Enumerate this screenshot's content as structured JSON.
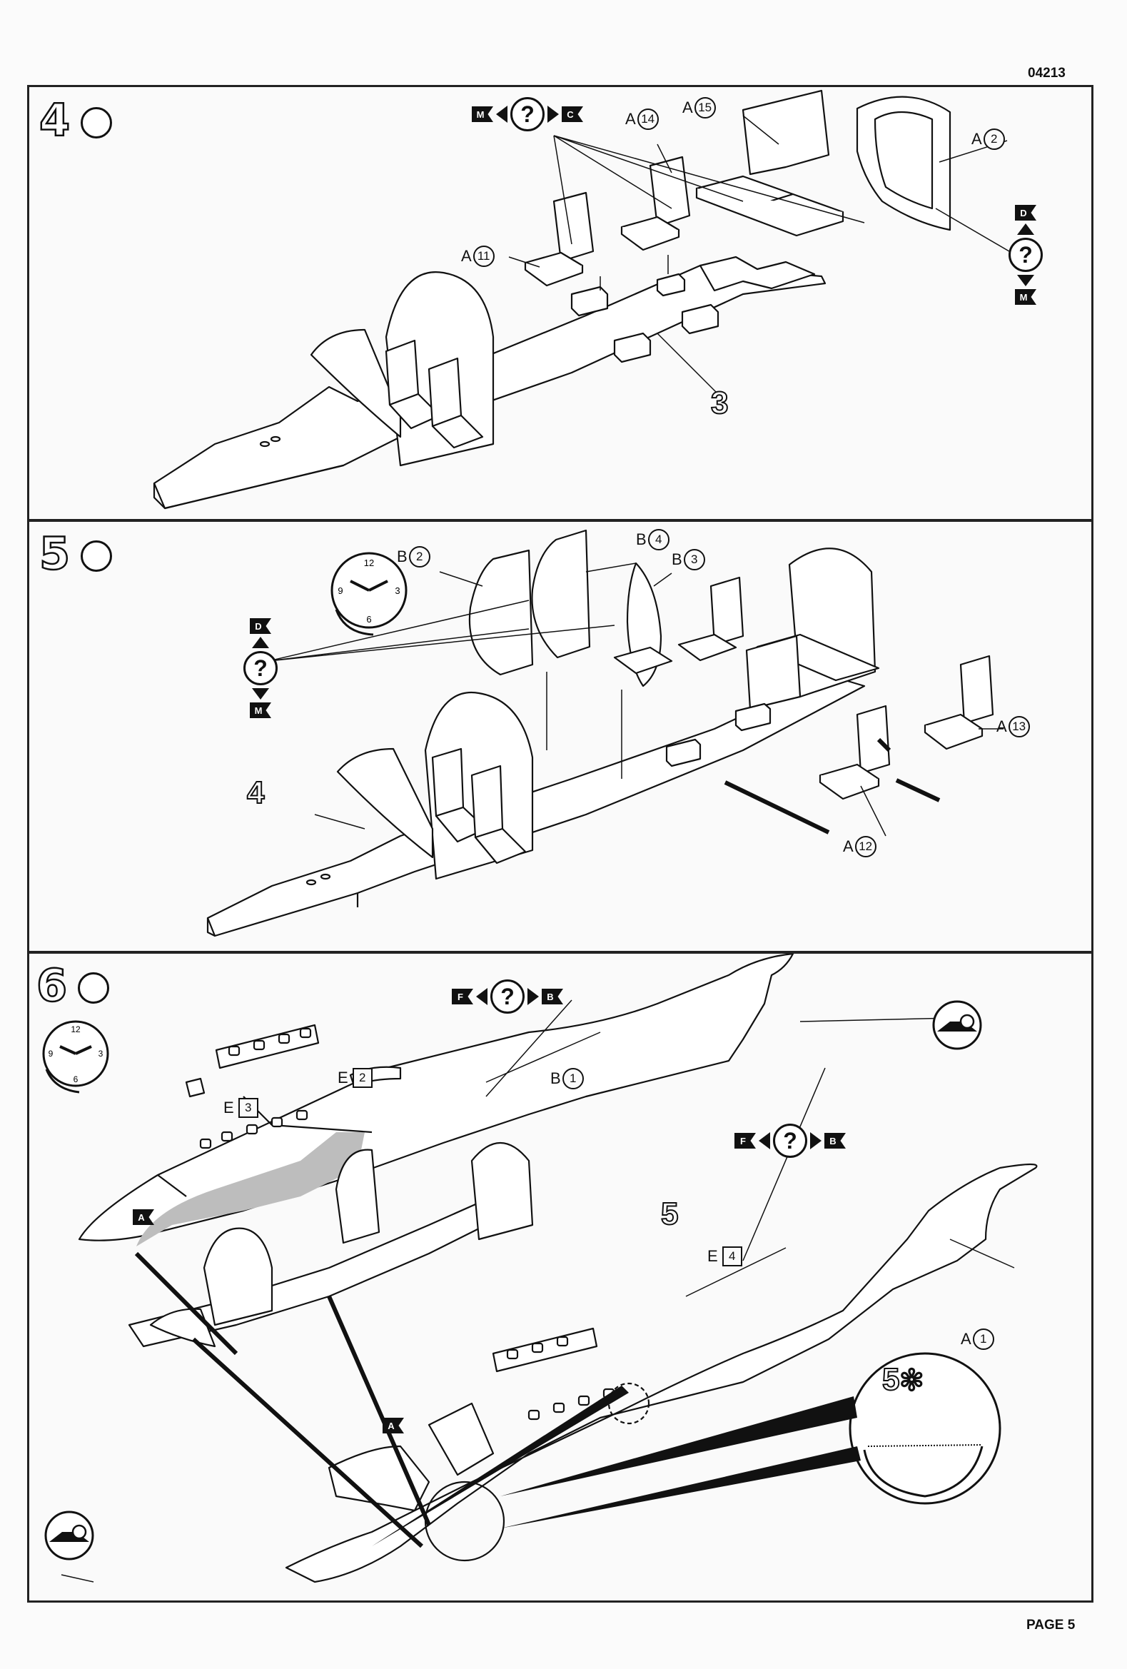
{
  "header": {
    "code": "04213"
  },
  "footer": {
    "page": "PAGE 5"
  },
  "colors": {
    "ink": "#111111",
    "paper": "#fafafa",
    "shade": "#b8b8b8"
  },
  "step4": {
    "number": "4",
    "ref_sub": "3",
    "option_left": "M",
    "option_right": "C",
    "option_top": "D",
    "option_bottom": "M",
    "parts": [
      {
        "sprue": "A",
        "num": "14"
      },
      {
        "sprue": "A",
        "num": "15"
      },
      {
        "sprue": "A",
        "num": "2"
      },
      {
        "sprue": "A",
        "num": "11"
      }
    ]
  },
  "step5": {
    "number": "5",
    "ref_sub": "4",
    "option_top": "D",
    "option_bottom": "M",
    "clock": {
      "h12": "12",
      "h3": "3",
      "h6": "6",
      "h9": "9"
    },
    "parts": [
      {
        "sprue": "B",
        "num": "2"
      },
      {
        "sprue": "B",
        "num": "4"
      },
      {
        "sprue": "B",
        "num": "3"
      },
      {
        "sprue": "A",
        "num": "13"
      },
      {
        "sprue": "A",
        "num": "12"
      }
    ]
  },
  "step6": {
    "number": "6",
    "ref_sub": "5",
    "detail_ref": "5",
    "option1_left": "F",
    "option1_right": "B",
    "option2_left": "F",
    "option2_right": "B",
    "tag_a1": "A",
    "tag_a2": "A",
    "clock": {
      "h12": "12",
      "h3": "3",
      "h6": "6",
      "h9": "9"
    },
    "parts": [
      {
        "sprue": "E",
        "num": "2"
      },
      {
        "sprue": "E",
        "num": "3"
      },
      {
        "sprue": "B",
        "num": "1"
      },
      {
        "sprue": "E",
        "num": "4"
      },
      {
        "sprue": "A",
        "num": "1"
      }
    ]
  }
}
